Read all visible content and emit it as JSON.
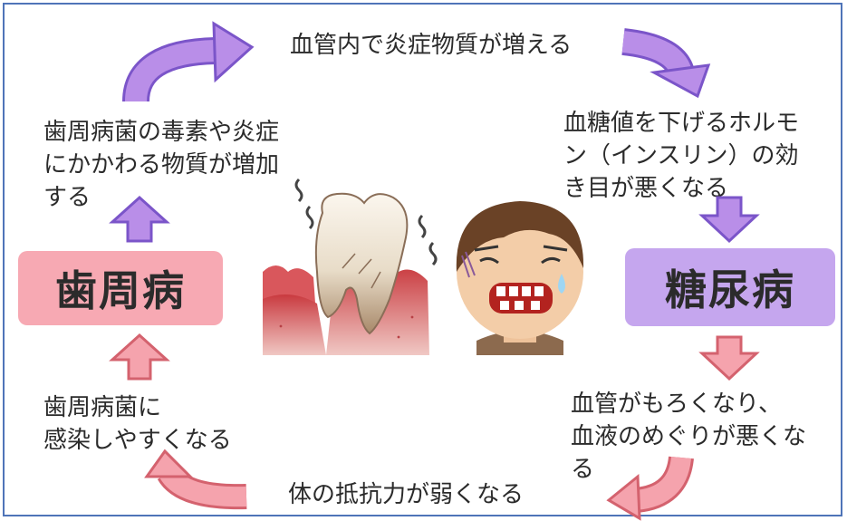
{
  "nodes": {
    "top_text": "血管内で炎症物質が増える",
    "left_upper": [
      "歯周病菌の毒素や炎症",
      "にかかわる物質が増加",
      "する"
    ],
    "left_lower": [
      "歯周病菌に",
      "感染しやすくなる"
    ],
    "right_upper": [
      "血糖値を下げるホルモ",
      "ン（インスリン）の効",
      "き目が悪くなる"
    ],
    "right_lower": [
      "血管がもろくなり、",
      "血液のめぐりが悪くな",
      "る"
    ],
    "bottom_text": "体の抵抗力が弱くなる",
    "periodontal_box": "歯周病",
    "diabetes_box": "糖尿病"
  },
  "colors": {
    "purple_arrow": "#b98ee8",
    "pink_arrow": "#f5a3ad",
    "periodontal_box_bg": "#f7a9b3",
    "diabetes_box_bg": "#c5a6ee",
    "frame_border": "#4f74b8"
  },
  "illustrations": [
    "tooth-icon",
    "worried-man-icon"
  ]
}
